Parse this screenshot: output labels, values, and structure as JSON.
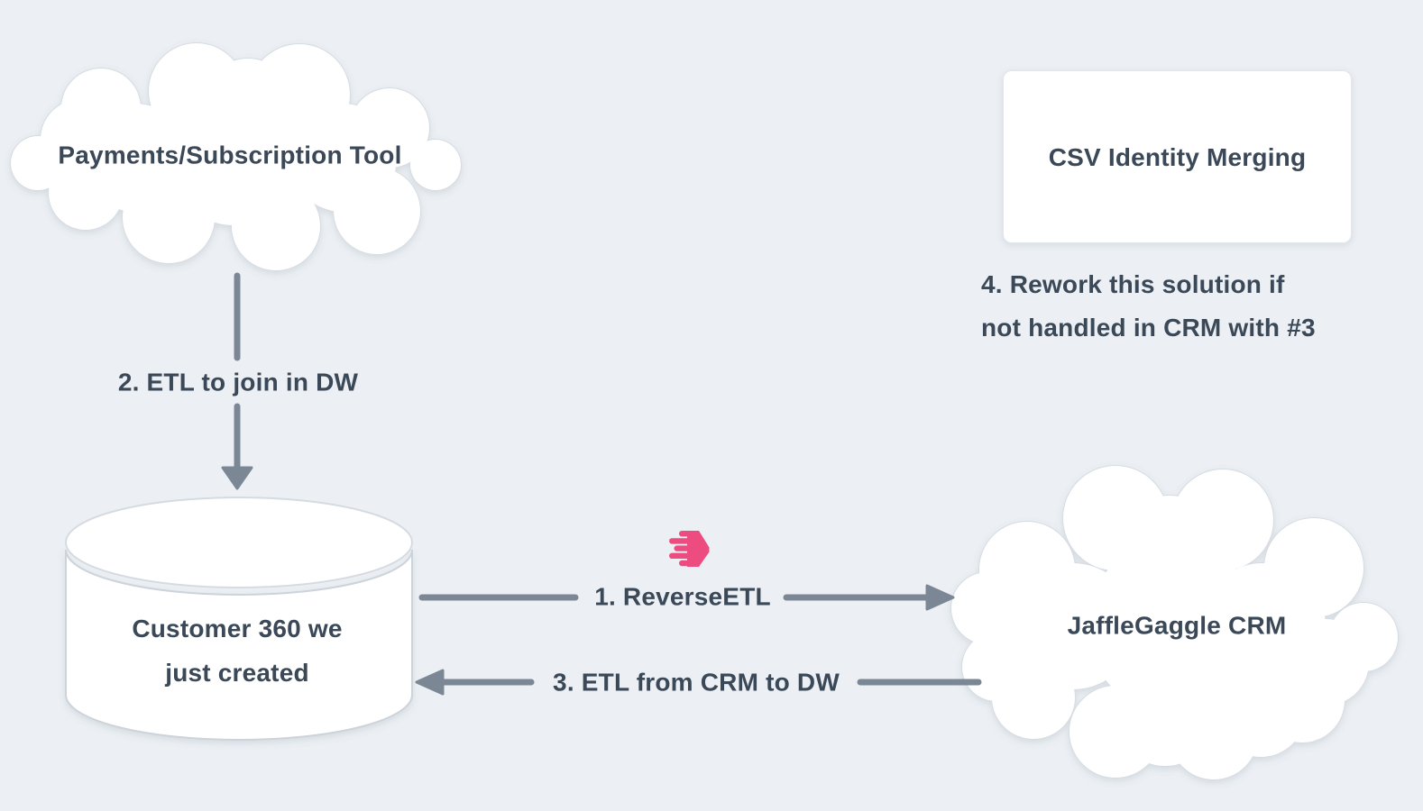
{
  "colors": {
    "background": "#ecf0f4",
    "node_fill": "#ffffff",
    "node_border": "#d6dce3",
    "arrow": "#7b8794",
    "text": "#3a4857",
    "accent_pink": "#ec4c80"
  },
  "nodes": {
    "payments": {
      "shape": "cloud",
      "label": "Payments/Subscription Tool"
    },
    "csv_merging": {
      "shape": "rectangle",
      "label": "CSV Identity Merging"
    },
    "customer360": {
      "shape": "cylinder",
      "lines": [
        "Customer 360 we",
        "just created"
      ]
    },
    "crm": {
      "shape": "cloud",
      "label": "JaffleGaggle CRM"
    }
  },
  "edges": {
    "reverse_etl": {
      "label": "1. ReverseETL",
      "from": "customer360",
      "to": "crm",
      "icon": "hightouch-logo"
    },
    "etl_join": {
      "label": "2. ETL to join in DW",
      "from": "payments",
      "to": "customer360"
    },
    "etl_from_crm": {
      "label": "3. ETL from CRM to DW",
      "from": "crm",
      "to": "customer360"
    }
  },
  "notes": {
    "rework": {
      "lines": [
        "4. Rework this solution if",
        "not handled in CRM with #3"
      ]
    }
  }
}
